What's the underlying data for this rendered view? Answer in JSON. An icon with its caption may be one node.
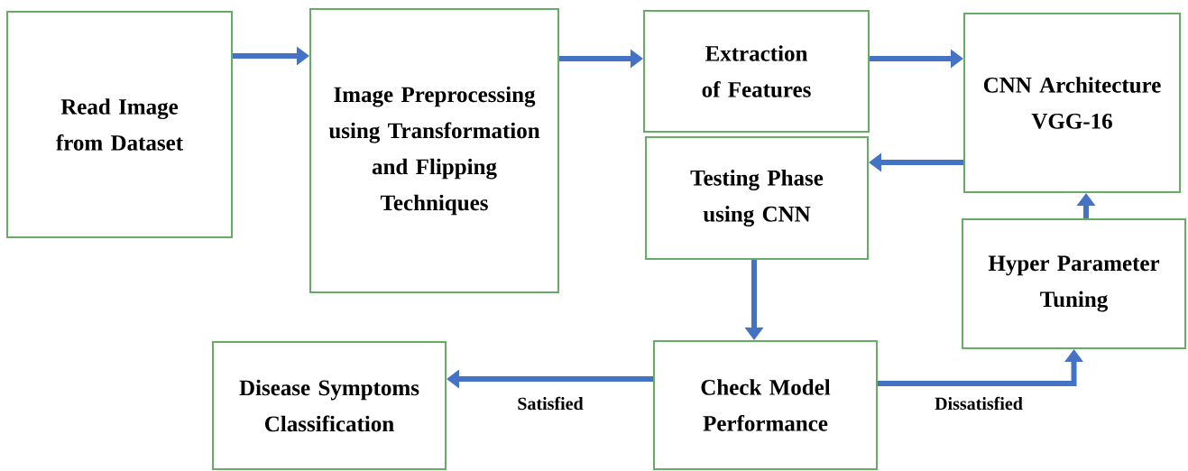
{
  "diagram": {
    "nodes": [
      {
        "text": [
          "Read Image from Dataset"
        ]
      },
      {
        "text": [
          "Image Preprocessing using Transformation and Flipping Techniques"
        ]
      },
      {
        "text": [
          "Extraction of Features"
        ]
      },
      {
        "text": [
          "CNN Architecture VGG-16"
        ]
      },
      {
        "text": [
          "Testing Phase using CNN"
        ]
      },
      {
        "text": [
          "Hyper Parameter Tuning"
        ]
      },
      {
        "text": [
          "Check Model Performance"
        ]
      },
      {
        "text": [
          "Disease Symptoms Classification"
        ]
      }
    ],
    "edges": [
      {
        "from": 0,
        "to": 1,
        "arrow": "to"
      },
      {
        "from": 1,
        "to": 2,
        "arrow": "to"
      },
      {
        "from": 2,
        "to": 3,
        "arrow": "to"
      },
      {
        "from": 3,
        "to": 4,
        "arrow": "to"
      },
      {
        "from": 4,
        "to": 6,
        "arrow": "to"
      },
      {
        "from": 6,
        "to": 7,
        "arrow": "to",
        "label": "Satisfied"
      },
      {
        "from": 6,
        "to": 5,
        "arrow": "to",
        "label": "Dissatisfied"
      },
      {
        "from": 5,
        "to": 3,
        "arrow": "to"
      }
    ]
  }
}
